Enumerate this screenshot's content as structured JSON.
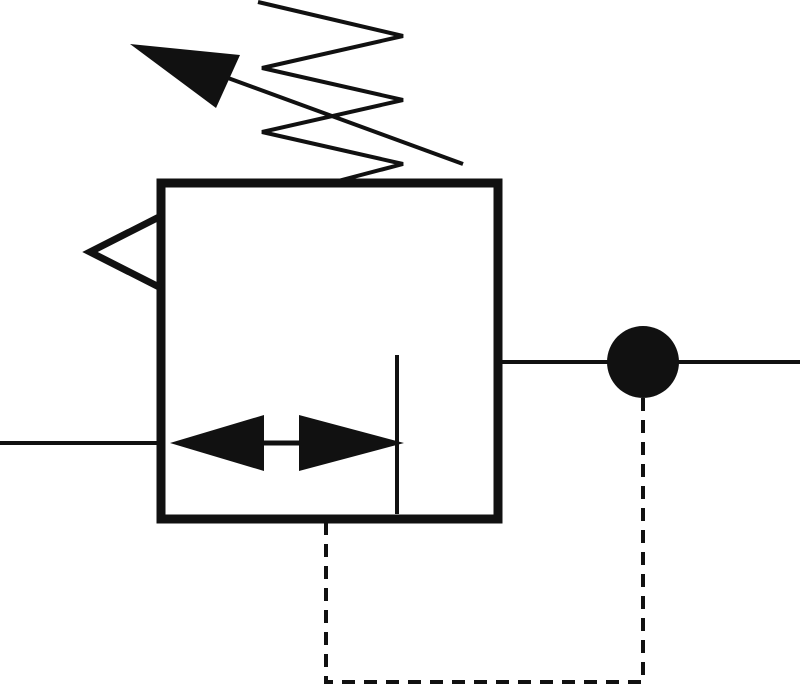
{
  "diagram": {
    "symbol": "pneumatic-pressure-regulator",
    "stroke_color": "#111111",
    "fill_color": "#111111",
    "background_color": "#ffffff",
    "line_styles": {
      "main": "solid",
      "pilot": "dashed"
    },
    "components": {
      "adjustable_spring": {
        "icon": "spring-icon",
        "adjustable": true
      },
      "valve_body": {
        "icon": "valve-body-square"
      },
      "relief_exhaust": {
        "icon": "exhaust-triangle-icon"
      },
      "flow_arrows": {
        "icon": "bidirectional-arrow-icon"
      },
      "gauge_point": {
        "icon": "pressure-gauge-point-icon"
      },
      "pilot_line": {
        "icon": "pilot-dashed-line"
      }
    }
  }
}
